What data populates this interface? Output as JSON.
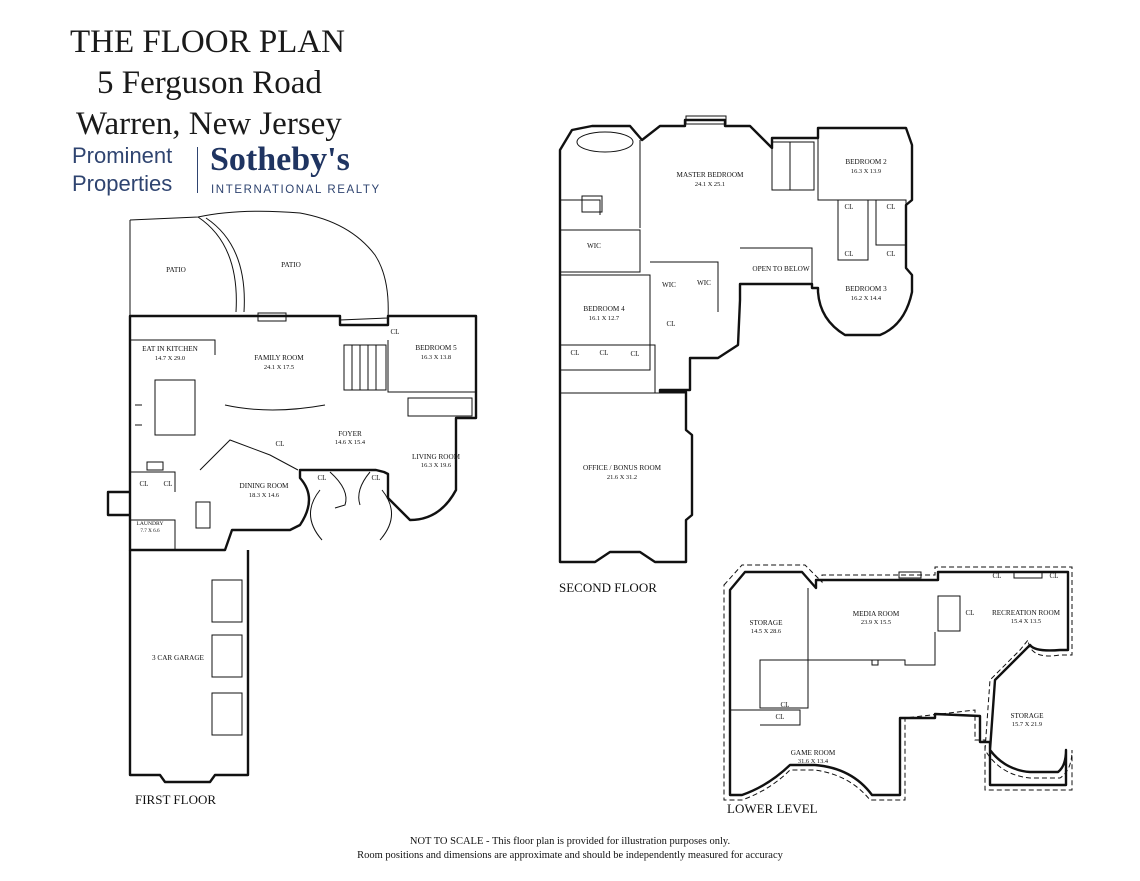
{
  "header": {
    "title_line1": "THE FLOOR PLAN",
    "title_line2": "5 Ferguson Road",
    "title_line3": "Warren, New Jersey"
  },
  "brand": {
    "prominent_line1": "Prominent",
    "prominent_line2": "Properties",
    "sothebys": "Sotheby's",
    "intl": "INTERNATIONAL REALTY",
    "color": "#2f4470"
  },
  "floors": {
    "first": "FIRST FLOOR",
    "second": "SECOND FLOOR",
    "lower": "LOWER LEVEL"
  },
  "rooms": {
    "patio_1": "PATIO",
    "patio_2": "PATIO",
    "kitchen": "EAT IN KITCHEN",
    "kitchen_dim": "14.7 X 29.0",
    "family": "FAMILY ROOM",
    "family_dim": "24.1 X 17.5",
    "bedroom5": "BEDROOM 5",
    "bedroom5_dim": "16.3 X 13.8",
    "foyer": "FOYER",
    "foyer_dim": "14.6 X 15.4",
    "living": "LIVING ROOM",
    "living_dim": "16.3 X 19.6",
    "dining": "DINING ROOM",
    "dining_dim": "18.3 X 14.6",
    "laundry": "LAUNDRY",
    "laundry_dim": "7.7 X 6.6",
    "garage": "3 CAR GARAGE",
    "master": "MASTER BEDROOM",
    "master_dim": "24.1 X 25.1",
    "bedroom2": "BEDROOM 2",
    "bedroom2_dim": "16.3 X 13.9",
    "bedroom3": "BEDROOM 3",
    "bedroom3_dim": "16.2 X 14.4",
    "open_below": "OPEN TO BELOW",
    "wic_1": "WIC",
    "wic_2": "WIC",
    "wic_3": "WIC",
    "bedroom4": "BEDROOM 4",
    "bedroom4_dim": "16.1 X 12.7",
    "office": "OFFICE / BONUS ROOM",
    "office_dim": "21.6 X 31.2",
    "storage_1": "STORAGE",
    "storage_1_dim": "14.5 X 28.6",
    "media": "MEDIA ROOM",
    "media_dim": "23.9 X 15.5",
    "recreation": "RECREATION ROOM",
    "recreation_dim": "15.4 X 13.5",
    "storage_2": "STORAGE",
    "storage_2_dim": "15.7 X 21.9",
    "game": "GAME ROOM",
    "game_dim": "31.6 X 13.4",
    "closet": "CL"
  },
  "footer": {
    "line1": "NOT TO SCALE - This floor plan is provided for illustration purposes only.",
    "line2": "Room positions and dimensions are approximate and should be independently measured for accuracy"
  }
}
